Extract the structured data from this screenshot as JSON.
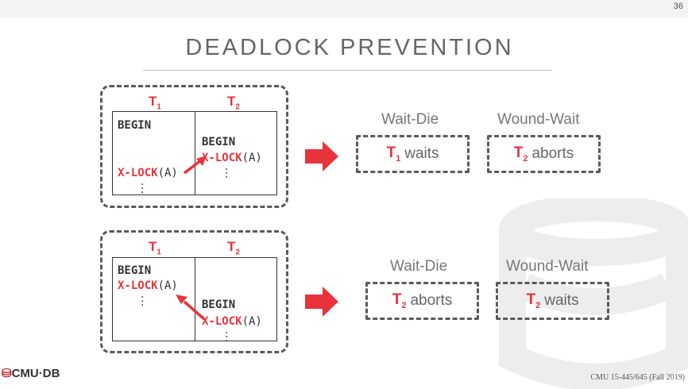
{
  "slide_number": "36",
  "title": "DEADLOCK PREVENTION",
  "scenarios": [
    {
      "t1_label": "T",
      "t1_sub": "1",
      "t2_label": "T",
      "t2_sub": "2",
      "t1_begin": "BEGIN",
      "t1_lock_kw": "X-LOCK",
      "t1_lock_arg": "(A)",
      "t2_begin": "BEGIN",
      "t2_lock_kw": "X-LOCK",
      "t2_lock_arg": "(A)",
      "wait_die_label": "Wait-Die",
      "wound_wait_label": "Wound-Wait",
      "wait_die_txn": "T",
      "wait_die_sub": "1",
      "wait_die_action": "waits",
      "wound_wait_txn": "T",
      "wound_wait_sub": "2",
      "wound_wait_action": "aborts"
    },
    {
      "t1_label": "T",
      "t1_sub": "1",
      "t2_label": "T",
      "t2_sub": "2",
      "t1_begin": "BEGIN",
      "t1_lock_kw": "X-LOCK",
      "t1_lock_arg": "(A)",
      "t2_begin": "BEGIN",
      "t2_lock_kw": "X-LOCK",
      "t2_lock_arg": "(A)",
      "wait_die_label": "Wait-Die",
      "wound_wait_label": "Wound-Wait",
      "wait_die_txn": "T",
      "wait_die_sub": "2",
      "wait_die_action": "aborts",
      "wound_wait_txn": "T",
      "wound_wait_sub": "2",
      "wound_wait_action": "waits"
    }
  ],
  "footer": {
    "logo_text": "CMU·DB",
    "course": "CMU 15-445/645 (Fall 2019)"
  },
  "colors": {
    "accent_red": "#e8323c",
    "text_gray": "#666666"
  }
}
